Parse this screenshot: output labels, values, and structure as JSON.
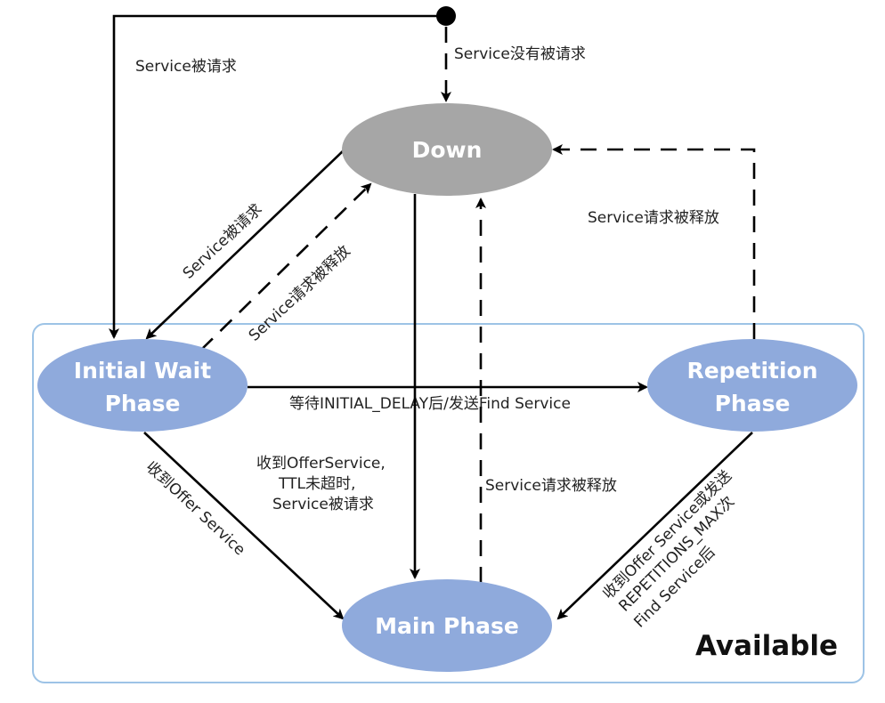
{
  "colors": {
    "down_fill": "#a6a6a6",
    "phase_fill": "#8faadc",
    "container_border": "#9dc3e6",
    "edge": "#000000",
    "node_text": "#ffffff"
  },
  "container": {
    "label": "Available"
  },
  "states": {
    "initial": {
      "type": "initial-pseudostate"
    },
    "down": {
      "label": "Down"
    },
    "initial_wait": {
      "line1": "Initial Wait",
      "line2": "Phase"
    },
    "repetition": {
      "line1": "Repetition",
      "line2": "Phase"
    },
    "main": {
      "label": "Main Phase"
    }
  },
  "transitions": [
    {
      "id": "start-to-initial-wait",
      "from": "initial",
      "to": "initial_wait",
      "style": "solid",
      "label": "Service被请求"
    },
    {
      "id": "start-to-down",
      "from": "initial",
      "to": "down",
      "style": "dashed",
      "label": "Service没有被请求"
    },
    {
      "id": "down-to-initial-wait",
      "from": "down",
      "to": "initial_wait",
      "style": "solid",
      "label": "Service被请求"
    },
    {
      "id": "initial-wait-to-down",
      "from": "initial_wait",
      "to": "down",
      "style": "dashed",
      "label": "Service请求被释放"
    },
    {
      "id": "repetition-to-down",
      "from": "repetition",
      "to": "down",
      "style": "dashed",
      "label": "Service请求被释放"
    },
    {
      "id": "initial-wait-to-repetition",
      "from": "initial_wait",
      "to": "repetition",
      "style": "solid",
      "label": "等待INITIAL_DELAY后/发送Find Service"
    },
    {
      "id": "down-to-main",
      "from": "down",
      "to": "main",
      "style": "solid",
      "label_lines": [
        "收到OfferService,",
        "TTL未超时,",
        "Service被请求"
      ]
    },
    {
      "id": "main-to-down",
      "from": "main",
      "to": "down",
      "style": "dashed",
      "label": "Service请求被释放"
    },
    {
      "id": "initial-wait-to-main",
      "from": "initial_wait",
      "to": "main",
      "style": "solid",
      "label": "收到Offer Service"
    },
    {
      "id": "repetition-to-main",
      "from": "repetition",
      "to": "main",
      "style": "solid",
      "label_lines": [
        "收到Offer Service或发送",
        "REPETITIONS_MAX次",
        "Find Service后"
      ]
    }
  ]
}
